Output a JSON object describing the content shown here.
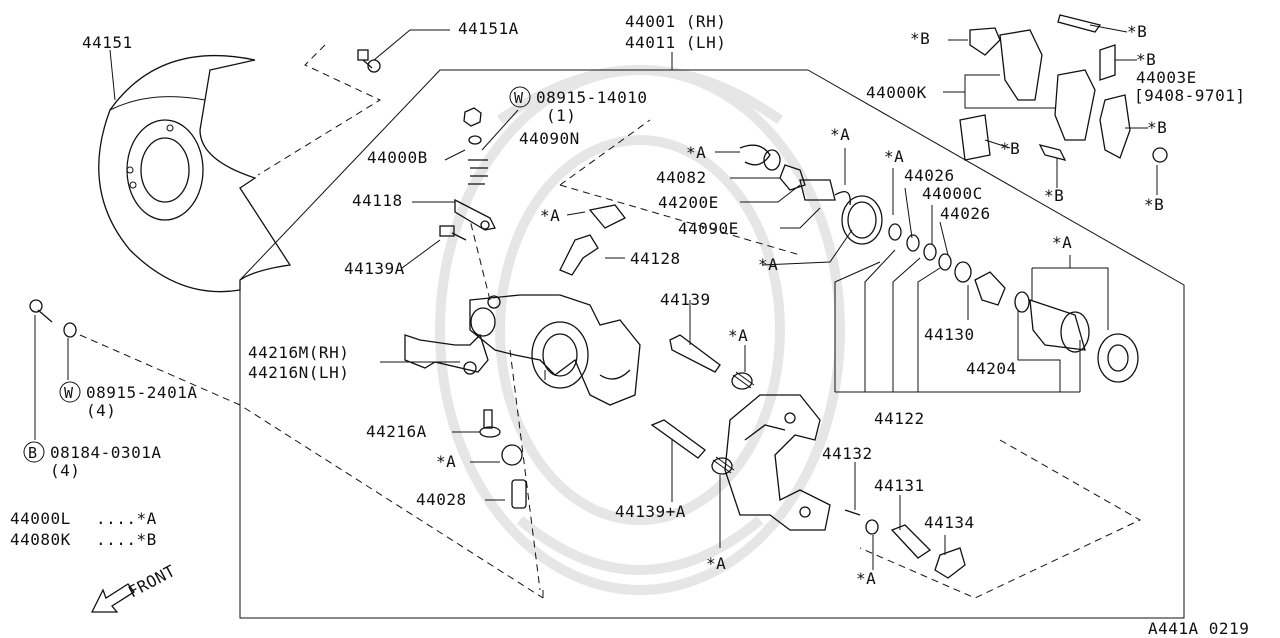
{
  "diagram_code": "A441A 0219",
  "callouts": [
    {
      "id": "c-44151",
      "text": "44151"
    },
    {
      "id": "c-44151A",
      "text": "44151A"
    },
    {
      "id": "c-44001",
      "text": "44001 (RH)"
    },
    {
      "id": "c-44011",
      "text": "44011 (LH)"
    },
    {
      "id": "c-08915-14010",
      "text": "08915-14010"
    },
    {
      "id": "c-08915-14010-qty",
      "text": "(1)"
    },
    {
      "id": "c-44000B",
      "text": "44000B"
    },
    {
      "id": "c-44090N",
      "text": "44090N"
    },
    {
      "id": "c-44118",
      "text": "44118"
    },
    {
      "id": "c-44139A",
      "text": "44139A"
    },
    {
      "id": "c-44216M",
      "text": "44216M(RH)"
    },
    {
      "id": "c-44216N",
      "text": "44216N(LH)"
    },
    {
      "id": "c-08915-2401A",
      "text": "08915-2401A"
    },
    {
      "id": "c-08915-2401A-qty",
      "text": "(4)"
    },
    {
      "id": "c-08184-0301A",
      "text": "08184-0301A"
    },
    {
      "id": "c-08184-0301A-qty",
      "text": "(4)"
    },
    {
      "id": "c-44216A",
      "text": "44216A"
    },
    {
      "id": "c-A-1",
      "text": "*A"
    },
    {
      "id": "c-44028",
      "text": "44028"
    },
    {
      "id": "c-44082",
      "text": "44082"
    },
    {
      "id": "c-44200E",
      "text": "44200E"
    },
    {
      "id": "c-44090E",
      "text": "44090E"
    },
    {
      "id": "c-A-2",
      "text": "*A"
    },
    {
      "id": "c-A-3",
      "text": "*A"
    },
    {
      "id": "c-44128",
      "text": "44128"
    },
    {
      "id": "c-A-4",
      "text": "*A"
    },
    {
      "id": "c-A-5",
      "text": "*A"
    },
    {
      "id": "c-44026-1",
      "text": "44026"
    },
    {
      "id": "c-44000C",
      "text": "44000C"
    },
    {
      "id": "c-44026-2",
      "text": "44026"
    },
    {
      "id": "c-44139",
      "text": "44139"
    },
    {
      "id": "c-A-6",
      "text": "*A"
    },
    {
      "id": "c-44130",
      "text": "44130"
    },
    {
      "id": "c-44204",
      "text": "44204"
    },
    {
      "id": "c-44122",
      "text": "44122"
    },
    {
      "id": "c-A-7",
      "text": "*A"
    },
    {
      "id": "c-A-8",
      "text": "*A"
    },
    {
      "id": "c-44139A-2",
      "text": "44139+A"
    },
    {
      "id": "c-A-9",
      "text": "*A"
    },
    {
      "id": "c-44132",
      "text": "44132"
    },
    {
      "id": "c-44131",
      "text": "44131"
    },
    {
      "id": "c-44134",
      "text": "44134"
    },
    {
      "id": "c-A-10",
      "text": "*A"
    },
    {
      "id": "c-B-1",
      "text": "*B"
    },
    {
      "id": "c-B-2",
      "text": "*B"
    },
    {
      "id": "c-B-3",
      "text": "*B"
    },
    {
      "id": "c-44003E",
      "text": "44003E"
    },
    {
      "id": "c-44003E-date",
      "text": "[9408-9701]"
    },
    {
      "id": "c-44000K",
      "text": "44000K"
    },
    {
      "id": "c-B-4",
      "text": "*B"
    },
    {
      "id": "c-B-5",
      "text": "*B"
    },
    {
      "id": "c-B-6",
      "text": "*B"
    },
    {
      "id": "c-B-7",
      "text": "*B"
    }
  ],
  "symbols": {
    "washer_symbol": "W",
    "bolt_symbol": "B"
  },
  "kit_legend": [
    {
      "part": "44000L",
      "marker": "....*A"
    },
    {
      "part": "44080K",
      "marker": "....*B"
    }
  ],
  "direction_label": "FRONT"
}
